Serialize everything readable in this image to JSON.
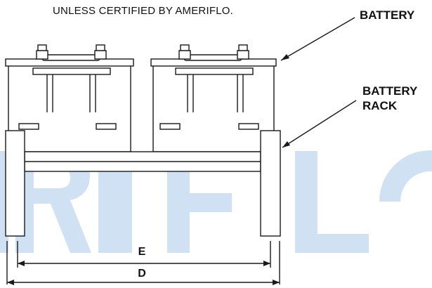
{
  "note": "UNLESS CERTIFIED BY AMERIFLO.",
  "labels": {
    "battery": "BATTERY",
    "battery_rack": [
      "BATTERY",
      "RACK"
    ]
  },
  "dimensions": {
    "inner": "E",
    "outer": "D"
  },
  "watermark": "RIFLO",
  "colors": {
    "watermark": "#cfe1f2",
    "line": "#1a1a1a"
  }
}
